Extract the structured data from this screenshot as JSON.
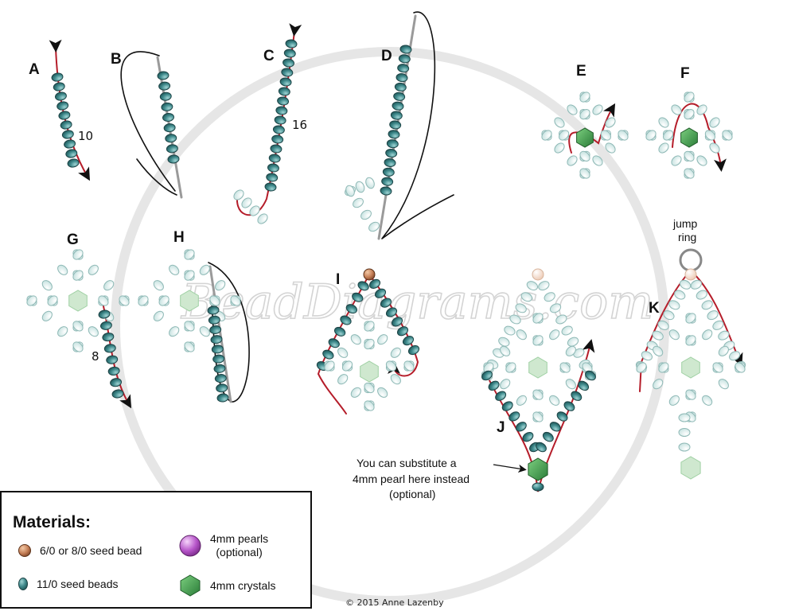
{
  "steps": [
    "A",
    "B",
    "C",
    "D",
    "E",
    "F",
    "G",
    "H",
    "I",
    "J",
    "K"
  ],
  "bead_counts": {
    "a": "10",
    "c": "16",
    "g": "8"
  },
  "watermark": "BeadDiagrams.com",
  "jump_ring_label": [
    "jump",
    "ring"
  ],
  "substitute_note": [
    "You can substitute a",
    "4mm pearl here instead",
    "(optional)"
  ],
  "copyright": "© 2015 Anne Lazenby",
  "materials": {
    "title": "Materials:",
    "items": [
      {
        "label": "6/0 or 8/0 seed bead",
        "icon": "bronze-seed-bead-icon"
      },
      {
        "label": "11/0 seed beads",
        "icon": "teal-seed-bead-icon"
      },
      {
        "label_lines": [
          "4mm pearls",
          "(optional)"
        ],
        "icon": "purple-pearl-icon"
      },
      {
        "label": "4mm crystals",
        "icon": "green-crystal-icon"
      }
    ]
  },
  "colors": {
    "seed_bead_11": "#3f8a8c",
    "seed_bead_light": "#d6ebe9",
    "seed_bead_6": "#c47e56",
    "crystal": "#3a9a4a",
    "crystal_light": "#cfe8cf",
    "pearl": "#b655c9",
    "thread": "#b51d2a",
    "needle": "#9a9a9a"
  }
}
